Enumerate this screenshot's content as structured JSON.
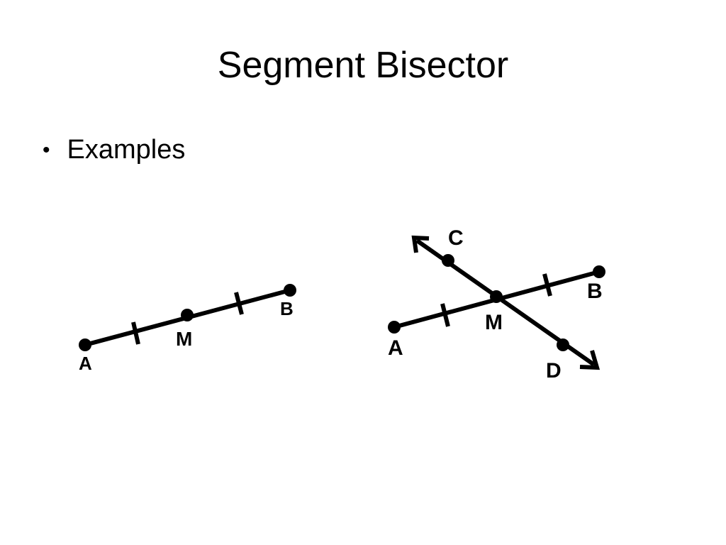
{
  "slide": {
    "title": "Segment Bisector",
    "bullets": [
      "Examples"
    ]
  },
  "example1": {
    "labels": {
      "A": "A",
      "M": "M",
      "B": "B"
    }
  },
  "example2": {
    "labels": {
      "A": "A",
      "M": "M",
      "B": "B",
      "C": "C",
      "D": "D"
    }
  },
  "colors": {
    "ink": "#000000",
    "background": "#ffffff"
  }
}
